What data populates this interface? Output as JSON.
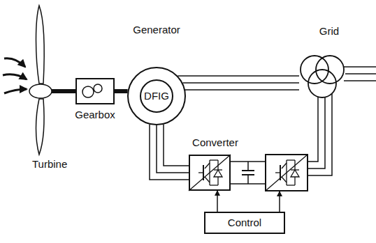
{
  "diagram": {
    "nodes": [
      {
        "text": [
          "Gearbox"
        ]
      },
      {
        "text": [
          "Generator",
          "DFIG"
        ]
      },
      {
        "text": [
          "Grid"
        ]
      },
      {
        "text": [
          "Converter"
        ]
      },
      {
        "text": [
          "Control"
        ]
      }
    ],
    "edges": [
      {
        "from": 0,
        "to": 1,
        "arrow": "none"
      },
      {
        "from": 1,
        "to": 2,
        "arrow": "none"
      },
      {
        "from": 1,
        "to": 3,
        "arrow": "none"
      },
      {
        "from": 4,
        "to": 3,
        "arrow": "to"
      }
    ],
    "labels": [
      "Turbine"
    ]
  }
}
